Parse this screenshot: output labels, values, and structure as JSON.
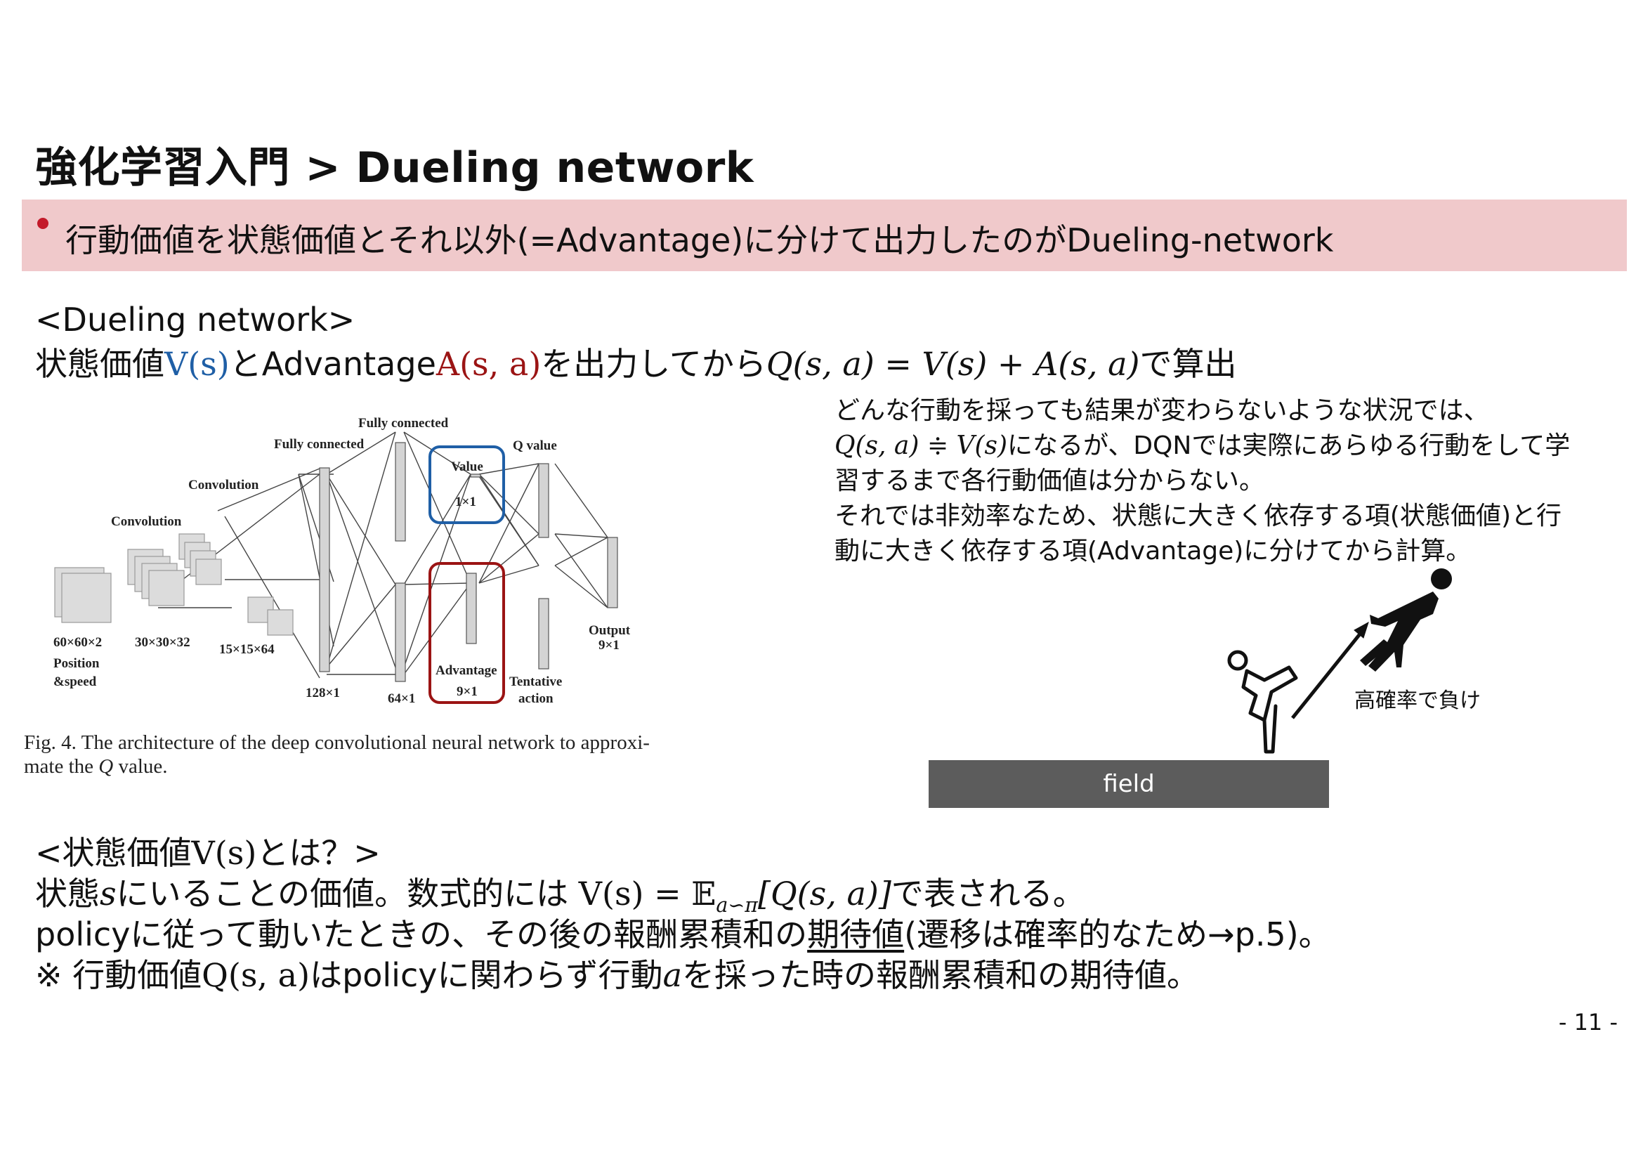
{
  "slide": {
    "title": "強化学習入門 > Dueling network",
    "banner_text": "行動価値を状態価値とそれ以外(=Advantage)に分けて出力したのがDueling-network",
    "page_number": "- 11 -",
    "colors": {
      "banner_bg": "#f0c9cb",
      "bullet": "#c31a2a",
      "value_box": "#1f5fa6",
      "advantage_box": "#9b1414",
      "field_bar": "#5c5c5c"
    }
  },
  "section1": {
    "heading": "<Dueling network>",
    "line_prefix": "状態価値",
    "v_symbol": "V(s)",
    "to_text": "とAdvantage",
    "a_symbol": "A(s, a)",
    "mid_text": "を出力してから",
    "equation": "Q(s, a) = V(s) + A(s, a)",
    "suffix": "で算出"
  },
  "figure": {
    "labels": {
      "fc_top": "Fully connected",
      "fc_left": "Fully connected",
      "conv1": "Convolution",
      "conv2": "Convolution",
      "value_title": "Value",
      "value_size": "1×1",
      "q_value": "Q value",
      "advantage_title": "Advantage",
      "advantage_size": "9×1",
      "output": "Output",
      "output_size": "9×1",
      "tentative": "Tentative",
      "action": "action",
      "size_60": "60×60×2",
      "size_30": "30×30×32",
      "size_15": "15×15×64",
      "position": "Position",
      "speed": "&speed",
      "size_128": "128×1",
      "size_64": "64×1"
    },
    "caption_line1": "Fig. 4.     The architecture of the deep convolutional neural network to approxi-",
    "caption_line2_prefix": "mate the ",
    "caption_q": "Q",
    "caption_line2_suffix": " value."
  },
  "note": {
    "line1": "どんな行動を採っても結果が変わらないような状況では、",
    "line2_math": "Q(s, a) ≑ V(s)",
    "line2_text": "になるが、DQNでは実際にあらゆる行動をして学",
    "line3": "習するまで各行動価値は分からない。",
    "line4": "それでは非効率なため、状態に大きく依存する項(状態価値)と行",
    "line5": "動に大きく依存する項(Advantage)に分けてから計算。"
  },
  "illustration": {
    "field_label": "field",
    "lose_label": "高確率で負け",
    "icons": [
      "kicking-person-icon",
      "falling-person-icon",
      "arrow-icon"
    ]
  },
  "section2": {
    "heading_prefix": "<状態価値",
    "heading_symbol": "V(s)",
    "heading_suffix": "とは？>",
    "line1_prefix": "状態",
    "line1_s": "s",
    "line1_mid": "にいることの価値。数式的には ",
    "line1_formula_v": "V(s) = 𝔼",
    "line1_formula_sub": "a∽π",
    "line1_formula_rest": "[Q(s, a)]",
    "line1_suffix": "で表される。",
    "line2_prefix": "policyに従って動いたときの、その後の報酬累積和の",
    "line2_underlined": "期待値",
    "line2_suffix": "(遷移は確率的なため→p.5)。",
    "line3_prefix": "※ 行動価値",
    "line3_q": "Q(s, a)",
    "line3_mid": "はpolicyに関わらず行動",
    "line3_a": "a",
    "line3_suffix": "を採った時の報酬累積和の期待値。"
  }
}
